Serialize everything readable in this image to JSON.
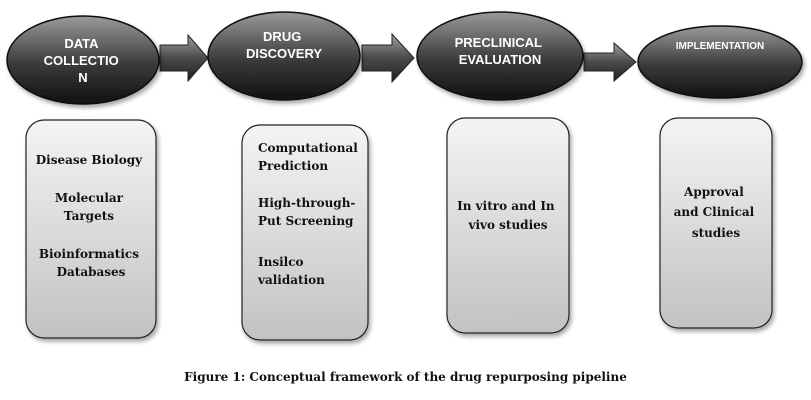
{
  "stages": [
    {
      "title_lines": [
        "DATA",
        "COLLECTIO",
        "N"
      ]
    },
    {
      "title_lines": [
        "DRUG",
        "DISCOVERY"
      ]
    },
    {
      "title_lines": [
        "PRECLINICAL",
        "EVALUATION"
      ]
    },
    {
      "title_lines": [
        "IMPLEMENTATION"
      ]
    }
  ],
  "boxes": [
    {
      "lines": [
        "Disease Biology",
        "",
        "Molecular",
        "Targets",
        "",
        "Bioinformatics",
        "Databases"
      ]
    },
    {
      "lines": [
        "Computational",
        "Prediction",
        "",
        "High-through-",
        "Put Screening",
        "",
        "Insilco",
        "validation"
      ]
    },
    {
      "lines": [
        "In vitro and In",
        "vivo studies"
      ]
    },
    {
      "lines": [
        "Approval",
        "and Clinical",
        "studies"
      ]
    }
  ],
  "caption": "Figure 1: Conceptual framework of the drug repurposing pipeline",
  "colors": {
    "ellipse_dark": "#1a1a1a",
    "ellipse_light": "#8a8a8a",
    "arrow_dark": "#2e2e2e",
    "arrow_light": "#9a9a9a",
    "box_light": "#f2f2f2",
    "box_dark": "#c4c4c4",
    "outline": "#222222"
  }
}
